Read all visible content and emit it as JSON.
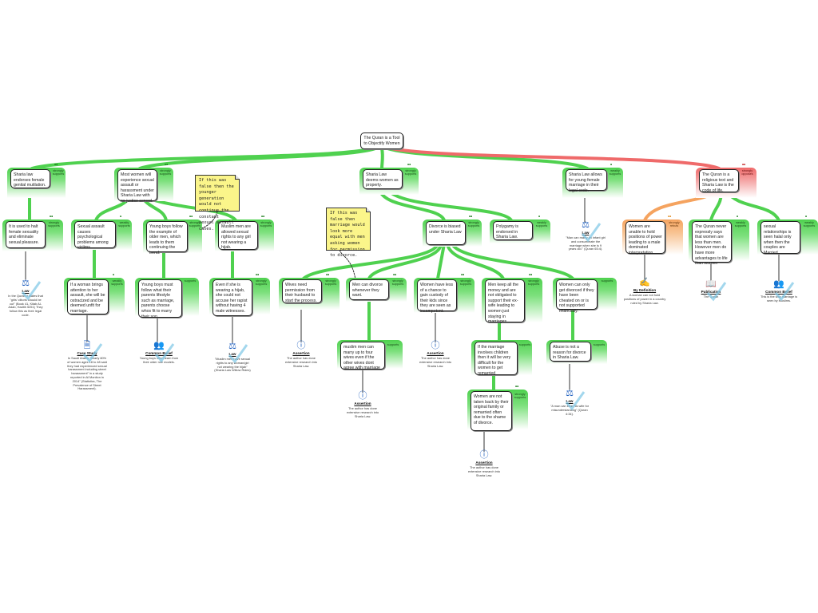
{
  "map_title": "The Quran is a Tool to Objectify Women",
  "colors": {
    "support": "#4fd14f",
    "oppose": "#ef6a6a",
    "rebut": "#f5a35f",
    "note": "#fbf58a",
    "evidence_icon": "#1f5fbf",
    "tick": "#7cc6e6"
  },
  "root": {
    "text": "The Quran is a Tool to Objectify Women"
  },
  "claims": {
    "c1": {
      "text": "Sharia law endorses female genital mutilation.",
      "relation": "strongly supports",
      "dots": "••"
    },
    "c2": {
      "text": "Most women will experience sexual assault or harassment under Sharia Law with no justice served.",
      "relation": "strongly supports",
      "dots": "••"
    },
    "c3": {
      "text": "Sharia Law deems women as property.",
      "relation": "strongly supports",
      "dots": "••"
    },
    "c4": {
      "text": "Sharia Law allows for young female marriage in their legal code.",
      "relation": "weakly supports",
      "dots": "•"
    },
    "c5": {
      "text": "The Quran is a religious text and Sharia Law is the code of life.",
      "relation": "strongly opposes",
      "dots": "••"
    },
    "c1a": {
      "text": "It is used to halt female sexuality and eliminate sexual pleasure.",
      "relation": "strongly supports",
      "dots": "••"
    },
    "c2a": {
      "text": "Sexual assault causes psychological problems among victims.",
      "relation": "weakly supports",
      "dots": "•"
    },
    "c2b": {
      "text": "Young boys follow the example of older men, which leads to them continuing the trend.",
      "relation": "strongly supports",
      "dots": "••"
    },
    "c2c": {
      "text": "Muslim men are allowed sexual rights to any girl not wearing a hijab.",
      "relation": "strongly supports",
      "dots": "••"
    },
    "c2a1": {
      "text": "If a woman brings attention to her assault, she will be ostracized and be deemed unfit for marriage.",
      "relation": "weakly supports",
      "dots": "•"
    },
    "c2b1": {
      "text": "Young boys must follow what their parents lifestyle such as marriage, parents choose whos fit to marry their son",
      "relation": "supports",
      "dots": ""
    },
    "c2c1": {
      "text": "Even if she is wearing a hijab, she could not accuse her rapist without having 4 male witnesses.",
      "relation": "strongly supports",
      "dots": "••"
    },
    "c3a": {
      "text": "Divorce is biased under Sharia Law",
      "relation": "strongly supports",
      "dots": "••"
    },
    "c3b": {
      "text": "Polygamy is endorsed in Sharia Law.",
      "relation": "weakly supports",
      "dots": "•"
    },
    "c3a1": {
      "text": "Wives need permission from their husband to start the process.",
      "relation": "strongly supports",
      "dots": "••"
    },
    "c3a2": {
      "text": "Men can divorce whenever they want.",
      "relation": "strongly supports",
      "dots": "••"
    },
    "c3a3": {
      "text": "Women have less of a chance to gain custody of their kids since they are seen as incompetent.",
      "relation": "strongly supports",
      "dots": "••"
    },
    "c3a4": {
      "text": "Men keep all the money and are not obligated to support their ex-wife leading to women just staying in marriages.",
      "relation": "strongly supports",
      "dots": "••"
    },
    "c3a5": {
      "text": "Women can only get divorced if they have been cheated on or is not supported financially.",
      "relation": "supports",
      "dots": ""
    },
    "c3a2a": {
      "text": "muslim men can marry up to four wives even if the other wives dont agree with marriage",
      "relation": "supports",
      "dots": ""
    },
    "c3a4a": {
      "text": "If the marriage involves children then it will be very difficult for the women to get remarried",
      "relation": "supports",
      "dots": ""
    },
    "c3a4a1": {
      "text": "Women are not taken back by their original family or remarried often due to the shame of divorce.",
      "relation": "strongly supports",
      "dots": "••"
    },
    "c3a5a": {
      "text": "Abuse is not a reason for divorce in Sharia Law.",
      "relation": "supports",
      "dots": ""
    },
    "c5a": {
      "text": "Women are unable to hold positions of power leading to a male dominated interpretation.",
      "relation": "strongly rebuts",
      "dots": "••"
    },
    "c5b": {
      "text": "The Quran never expressly says that women are less than men. However men do have more advantages to life than women",
      "relation": "weakly supports",
      "dots": "•"
    },
    "c5c": {
      "text": "sexual relationships is seen halal only when then the couples are Married",
      "relation": "weakly supports",
      "dots": "•"
    }
  },
  "notes": {
    "n1": {
      "text": "If this was false then the younger generation would not continue the constant sexual assault cases."
    },
    "n2": {
      "text": "If this was false then marriage would look more equal with men asking women for permission to divorce."
    }
  },
  "evidence": {
    "e1": {
      "icon": "law",
      "type": "Law",
      "text": "In the Quran it states that \"girls' clitoris should be cut\" (Book 41, Kitab Al-Adab, Hadith 5251) They follow this as their legal code."
    },
    "e2": {
      "icon": "case-study",
      "type": "Case Study",
      "text": "In Saudi Arabia \"nearly 80% of women ages 18 to 48 said they had experienced sexual harassment including street harassment\" in a study reported in Al Moniton in 2014\" (Statistics, The Prevalence of Street Harassment)."
    },
    "e3": {
      "icon": "common-belief",
      "type": "Common Belief",
      "text": "Young boys often learn from their older role models."
    },
    "e4": {
      "icon": "law",
      "type": "Law",
      "text": "\"Muslim men have sexual rights to any woman/girl not wearing the hijab\" (Sharia Law Willow Rides)"
    },
    "e5": {
      "icon": "assertion",
      "type": "Assertion",
      "text": "The author has done extensive research into Sharia Law."
    },
    "e6": {
      "icon": "assertion",
      "type": "Assertion",
      "text": "The author has done extensive research into Sharia Law."
    },
    "e7": {
      "icon": "assertion",
      "type": "Assertion",
      "text": "The author has done extensive research into Sharia Law."
    },
    "e8": {
      "icon": "assertion",
      "type": "Assertion",
      "text": "The author has done extensive research into Sharia Law."
    },
    "e9": {
      "icon": "law",
      "type": "Law",
      "text": "\"A man can beat his wife for misunderstanding\" (Quran 4:34)."
    },
    "e10": {
      "icon": "law",
      "type": "Law",
      "text": "\"Man can marry an infant girl and consummate the marriage when she is 9 years old.\" (Quran 65:4)."
    },
    "e11": {
      "icon": "by-definition",
      "type": "By Definition",
      "text": "A woman can not hold positions of power in a country ruled by Sharia Law."
    },
    "e12": {
      "icon": "publication",
      "type": "Publication",
      "text": "The Quran"
    },
    "e13": {
      "icon": "common-belief",
      "type": "Common Belief",
      "text": "This is the way marriage is seen by Muslims."
    }
  }
}
